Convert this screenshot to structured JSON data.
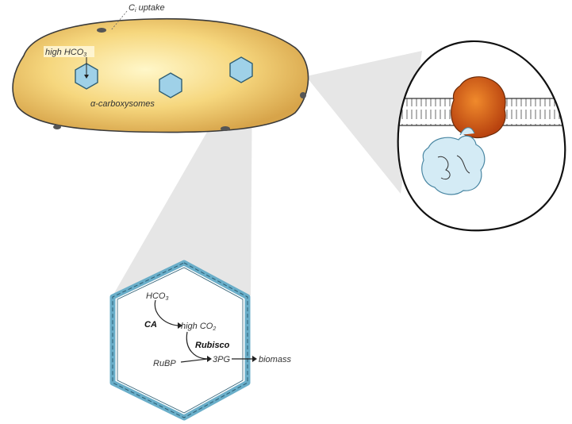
{
  "labels": {
    "ci_uptake_main": "C",
    "ci_uptake_sub": "i",
    "ci_uptake_rest": " uptake",
    "high_hco3_main": "high HCO",
    "high_hco3_sub": "3",
    "carboxysomes": "α-carboxysomes"
  },
  "pathway": {
    "hco3_main": "HCO",
    "hco3_sub": "3",
    "ca": "CA",
    "high_co2_main": "high CO",
    "high_co2_sub": "2",
    "rubisco": "Rubisco",
    "rubp": "RuBP",
    "pg3": "3PG",
    "biomass": "biomass"
  },
  "colors": {
    "cell_fill": "#f6d77e",
    "cell_stroke": "#3a3a3a",
    "carboxysome_fill": "#9fd1e8",
    "shell_stroke": "#6aaec9",
    "protein_orange": "#d9621b",
    "protein_blue": "#cfe8f3",
    "zoom_gray": "#e4e4e4"
  }
}
